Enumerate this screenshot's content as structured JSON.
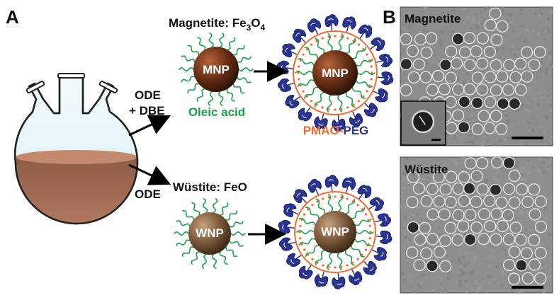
{
  "panel_a": {
    "label": "A",
    "solvent_top_line1": "ODE",
    "solvent_top_line2": "+ DBE",
    "solvent_bottom": "ODE",
    "magnetite_title": "Magnetite: Fe",
    "magnetite_sub3": "3",
    "magnetite_sub4": "O",
    "magnetite_sub4b": "4",
    "wustite_title": "Wüstite: FeO",
    "mnp_label": "MNP",
    "wnp_label": "WNP",
    "oleic_acid": "Oleic acid",
    "pmao": "PMAO-",
    "peg": "PEG"
  },
  "panel_b": {
    "label": "B",
    "magnetite_caption": "Magnetite",
    "wustite_caption": "Wüstite"
  },
  "colors": {
    "flask_liquid": "#a06a52",
    "flask_glass": "#e8f6fb",
    "mnp_core": "#5a2a12",
    "wnp_core": "#7a5538",
    "ligand_green": "#1aa24a",
    "pmao_orange": "#f26a2a",
    "peg_blue": "#2a3590",
    "tem_bg": "#8c8c8c"
  }
}
